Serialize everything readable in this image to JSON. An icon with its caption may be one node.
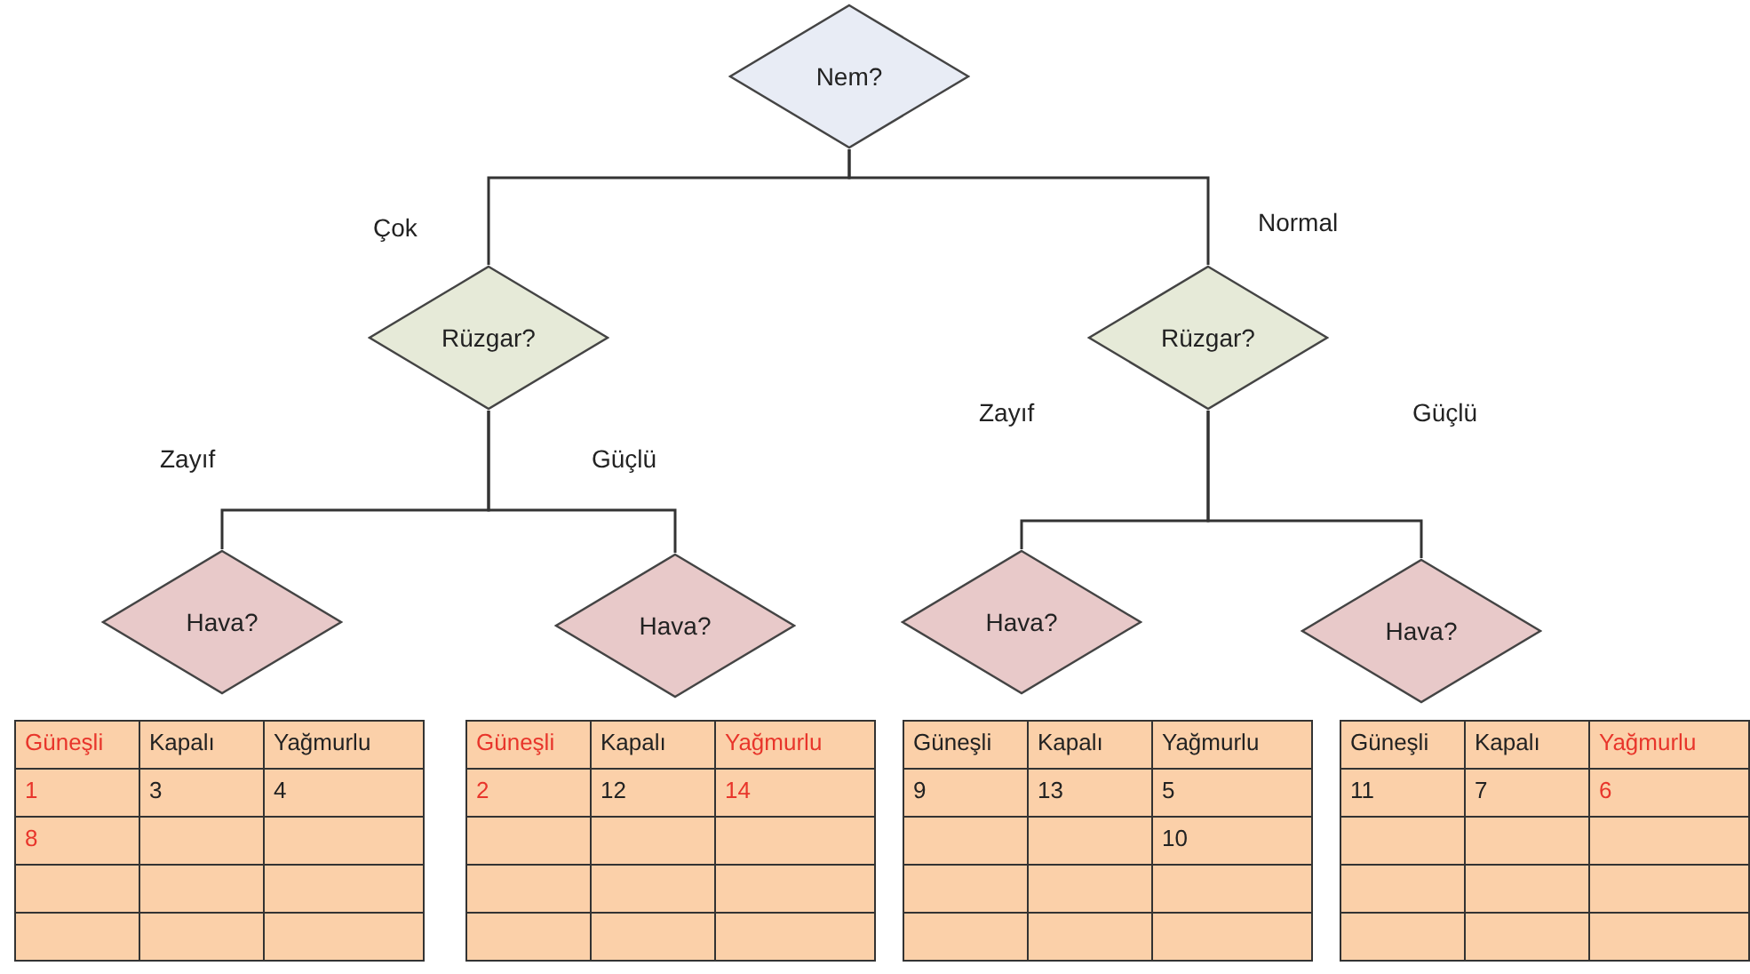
{
  "diagram": {
    "nodes": [
      {
        "text": [
          "Nem?"
        ]
      },
      {
        "text": [
          "Rüzgar?"
        ]
      },
      {
        "text": [
          "Rüzgar?"
        ]
      },
      {
        "text": [
          "Hava?"
        ]
      },
      {
        "text": [
          "Hava?"
        ]
      },
      {
        "text": [
          "Hava?"
        ]
      },
      {
        "text": [
          "Hava?"
        ]
      }
    ],
    "edges": [
      {
        "from": 0,
        "to": 1,
        "arrow": "none",
        "label": "Çok"
      },
      {
        "from": 0,
        "to": 2,
        "arrow": "none",
        "label": "Normal"
      },
      {
        "from": 1,
        "to": 3,
        "arrow": "none",
        "label": "Zayıf"
      },
      {
        "from": 1,
        "to": 4,
        "arrow": "none",
        "label": "Güçlü"
      },
      {
        "from": 2,
        "to": 5,
        "arrow": "none",
        "label": "Zayıf"
      },
      {
        "from": 2,
        "to": 6,
        "arrow": "none",
        "label": "Güçlü"
      }
    ],
    "labels": [
      "Güneşli",
      "Kapalı",
      "Yağmurlu",
      "1",
      "3",
      "4",
      "8",
      "Güneşli",
      "Kapalı",
      "Yağmurlu",
      "2",
      "12",
      "14",
      "Güneşli",
      "Kapalı",
      "Yağmurlu",
      "9",
      "13",
      "5",
      "10",
      "Güneşli",
      "Kapalı",
      "Yağmurlu",
      "11",
      "7",
      "6"
    ]
  }
}
